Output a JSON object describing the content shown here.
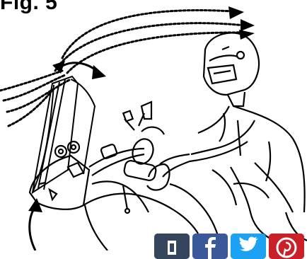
{
  "figure": {
    "label": "Fig. 5"
  },
  "illustration": {
    "subject": "motorcycle-rider-windscreen-airflow"
  },
  "share": {
    "buttons": [
      {
        "network": "tumblr",
        "icon": "tumblr-icon",
        "color": "#35465c"
      },
      {
        "network": "facebook",
        "icon": "facebook-icon",
        "color": "#3b5998"
      },
      {
        "network": "twitter",
        "icon": "twitter-icon",
        "color": "#1da1f2"
      },
      {
        "network": "pinterest",
        "icon": "pinterest-icon",
        "color": "#cb2027"
      }
    ]
  }
}
